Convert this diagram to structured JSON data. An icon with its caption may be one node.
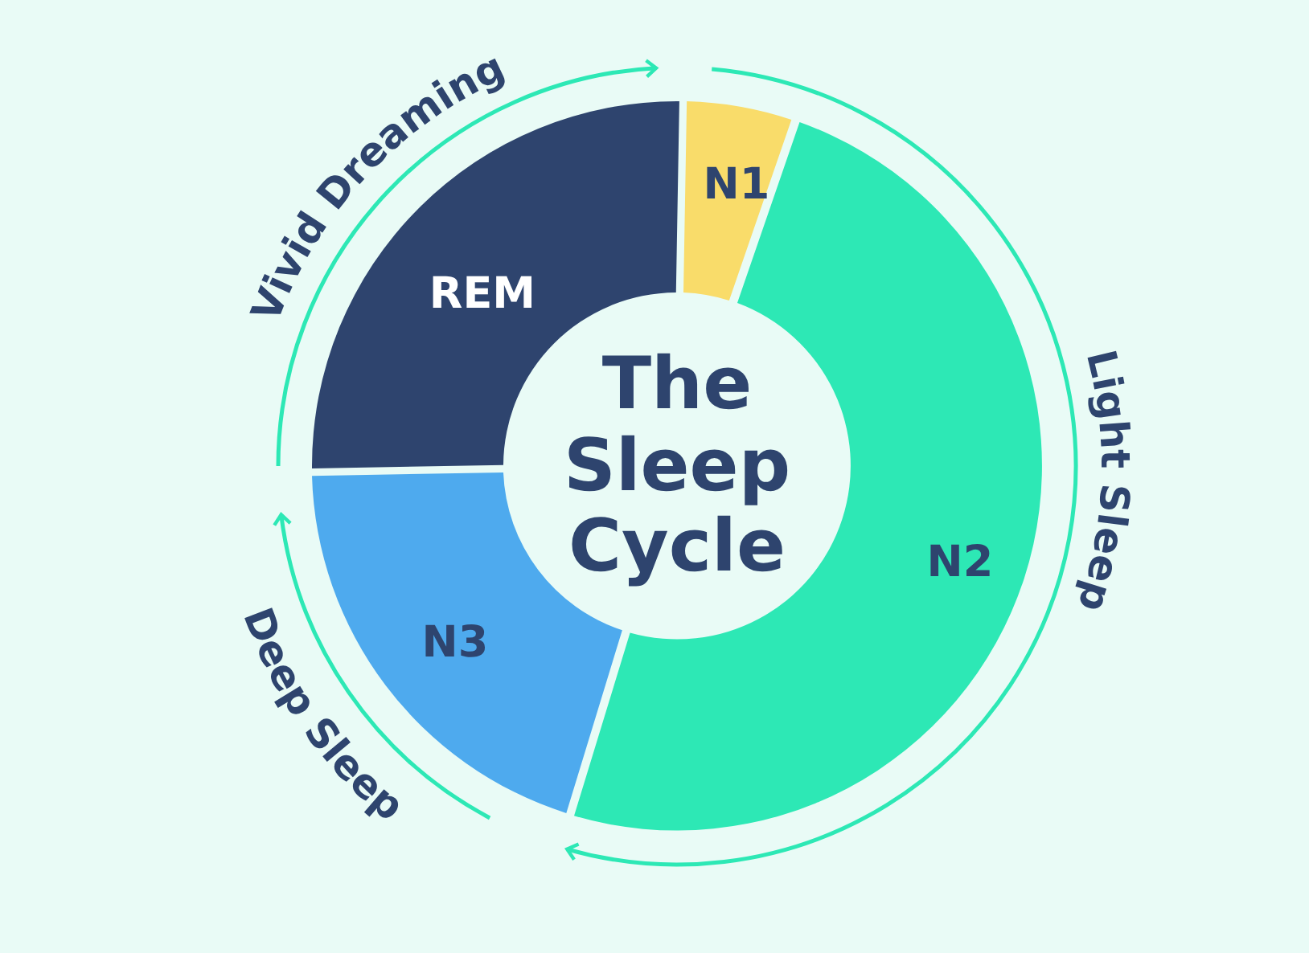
{
  "diagram": {
    "nodes": [
      {
        "text": [
          "The Sleep Cycle"
        ]
      },
      {
        "text": [
          "N1"
        ]
      },
      {
        "text": [
          "N2"
        ]
      },
      {
        "text": [
          "N3"
        ]
      },
      {
        "text": [
          "REM"
        ]
      }
    ],
    "labels": [
      "Vivid Dreaming",
      "Light Sleep",
      "Deep Sleep"
    ]
  }
}
